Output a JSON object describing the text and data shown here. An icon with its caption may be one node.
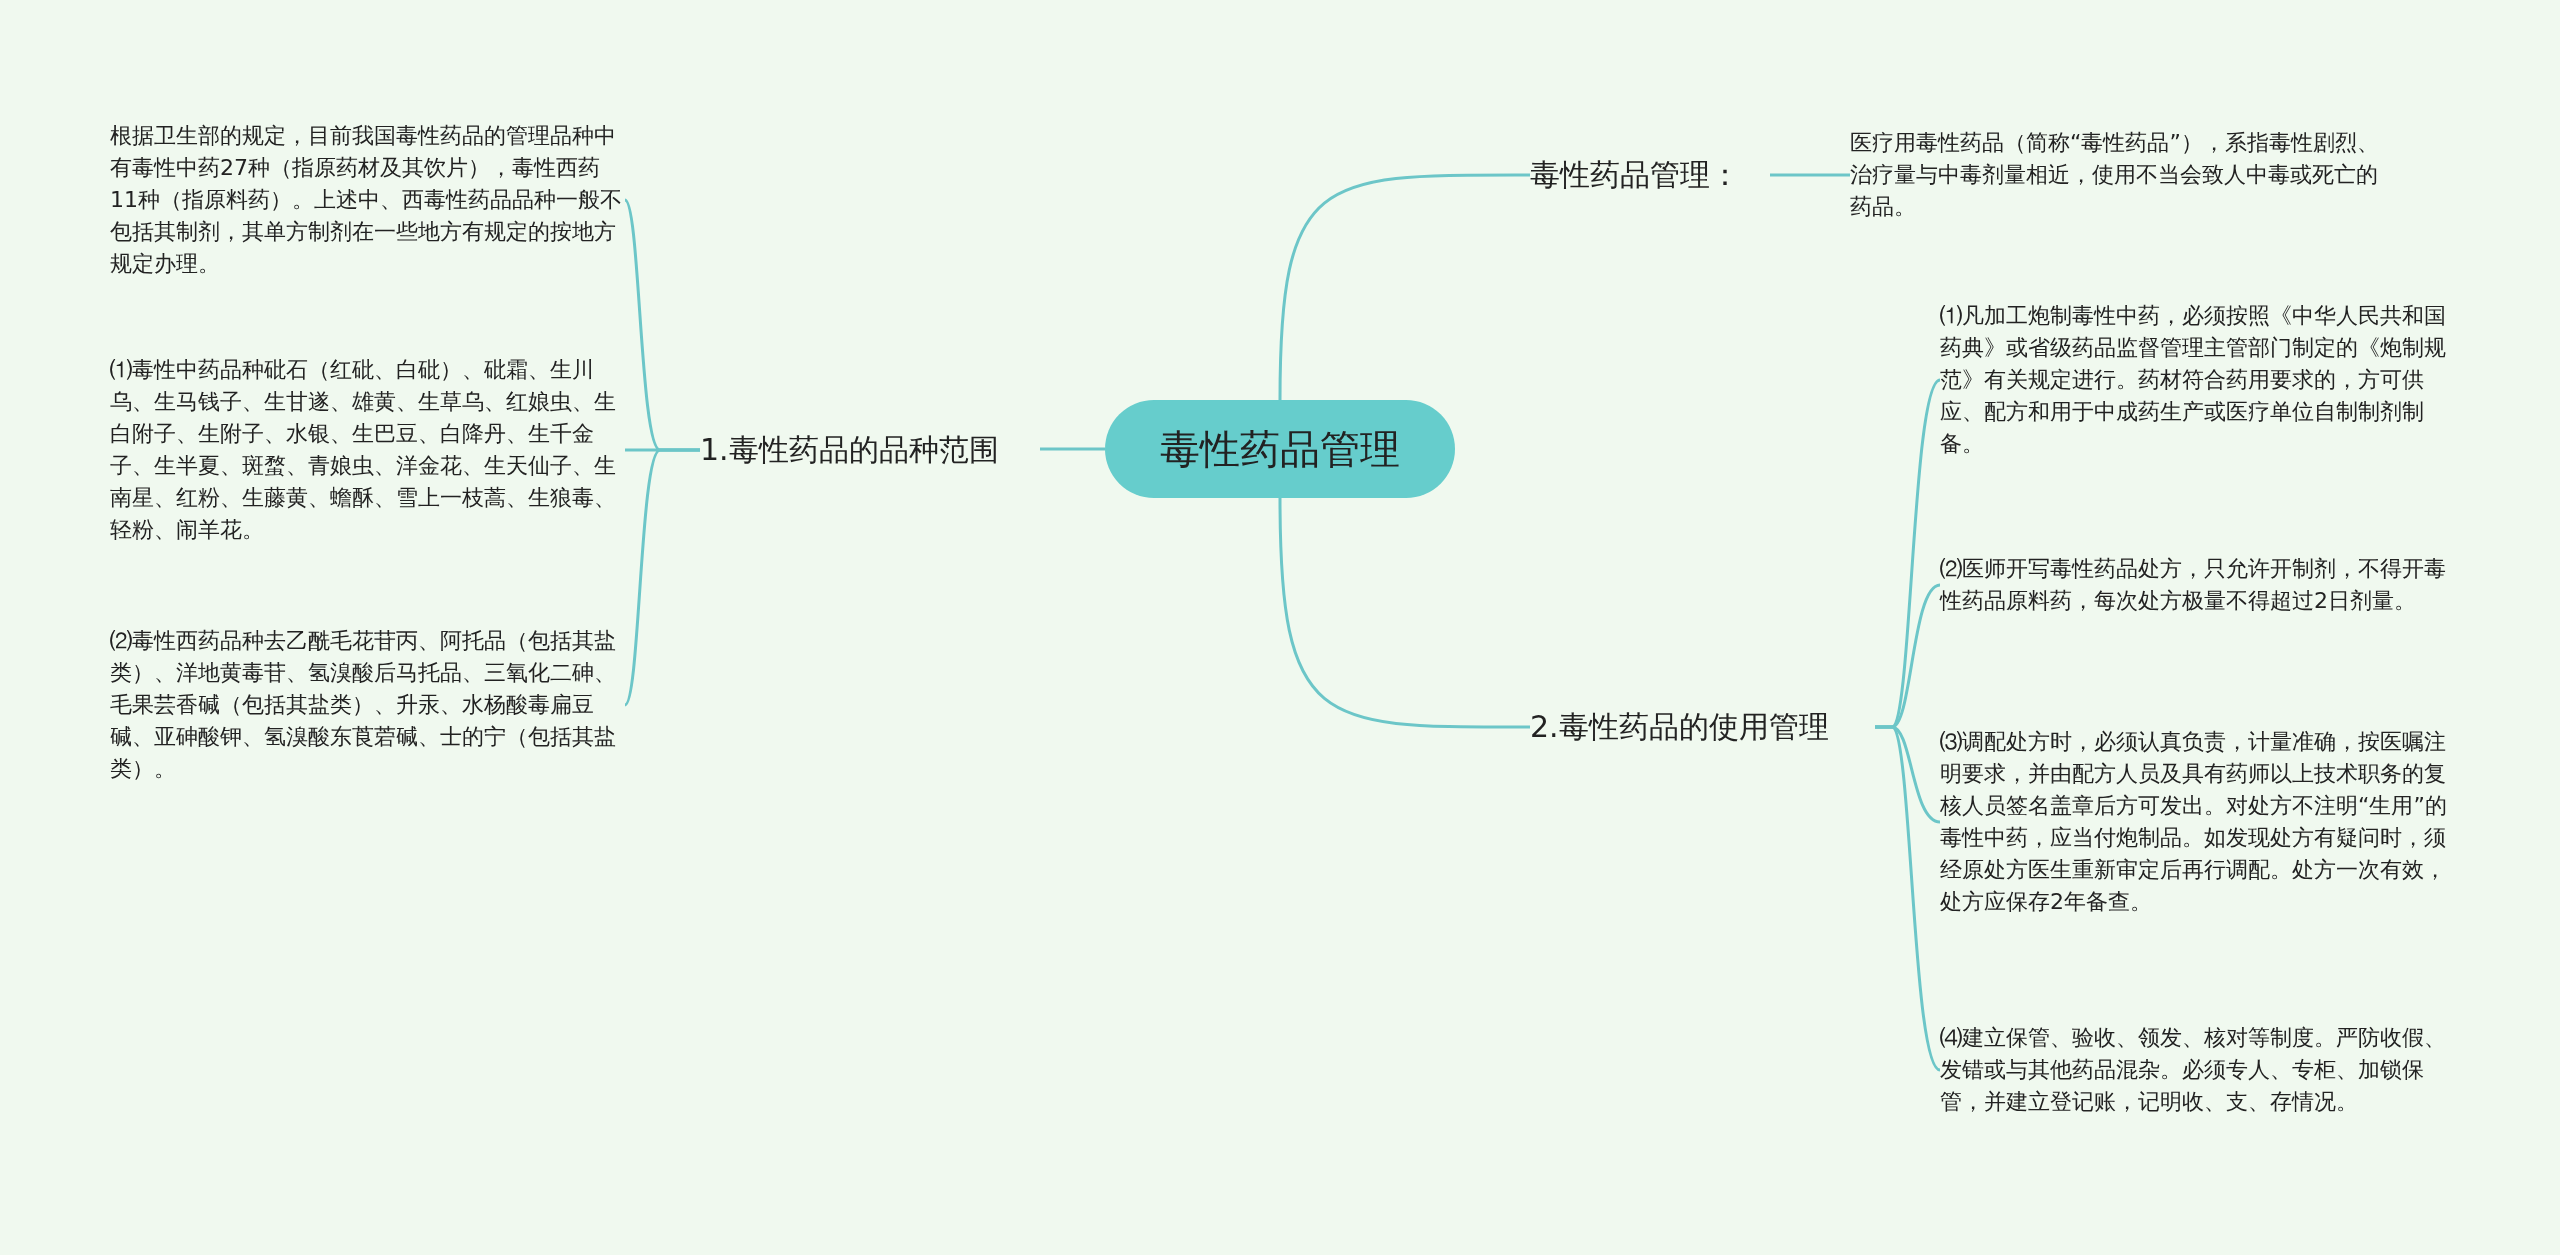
{
  "diagram": {
    "nodes": [
      {
        "text": [
          "毒性药品管理"
        ]
      },
      {
        "text": [
          "1.毒性药品的品种范围"
        ]
      },
      {
        "text": [
          "根据卫生部的规定，目前我国毒性药品的管理品种中有毒性中药27种（指原药材及其饮片），毒性西药11种（指原料药）。上述中、西毒性药品品种一般不包括其制剂，其单方制剂在一些地方有规定的按地方规定办理。"
        ]
      },
      {
        "text": [
          "⑴毒性中药品种砒石（红砒、白砒）、砒霜、生川乌、生马钱子、生甘遂、雄黄、生草乌、红娘虫、生白附子、生附子、水银、生巴豆、白降丹、生千金子、生半夏、斑蝥、青娘虫、洋金花、生天仙子、生南星、红粉、生藤黄、蟾酥、雪上一枝蒿、生狼毒、轻粉、闹羊花。"
        ]
      },
      {
        "text": [
          "⑵毒性西药品种去乙酰毛花苷丙、阿托品（包括其盐类）、洋地黄毒苷、氢溴酸后马托品、三氧化二砷、毛果芸香碱（包括其盐类）、升汞、水杨酸毒扁豆碱、亚砷酸钾、氢溴酸东莨菪碱、士的宁（包括其盐类）。"
        ]
      },
      {
        "text": [
          "毒性药品管理："
        ]
      },
      {
        "text": [
          "医疗用毒性药品（简称“毒性药品”），系指毒性剧烈、治疗量与中毒剂量相近，使用不当会致人中毒或死亡的药品。"
        ]
      },
      {
        "text": [
          "2.毒性药品的使用管理"
        ]
      },
      {
        "text": [
          "⑴凡加工炮制毒性中药，必须按照《中华人民共和国药典》或省级药品监督管理主管部门制定的《炮制规范》有关规定进行。药材符合药用要求的，方可供应、配方和用于中成药生产或医疗单位自制制剂制备。"
        ]
      },
      {
        "text": [
          "⑵医师开写毒性药品处方，只允许开制剂，不得开毒性药品原料药，每次处方极量不得超过2日剂量。"
        ]
      },
      {
        "text": [
          "⑶调配处方时，必须认真负责，计量准确，按医嘱注明要求，并由配方人员及具有药师以上技术职务的复核人员签名盖章后方可发出。对处方不注明“生用”的毒性中药，应当付炮制品。如发现处方有疑问时，须经原处方医生重新审定后再行调配。处方一次有效，处方应保存2年备查。"
        ]
      },
      {
        "text": [
          "⑷建立保管、验收、领发、核对等制度。严防收假、发错或与其他药品混杂。必须专人、专柜、加锁保管，并建立登记账，记明收、支、存情况。"
        ]
      }
    ],
    "edges": [
      {
        "from": 0,
        "to": 1,
        "arrow": "none"
      },
      {
        "from": 1,
        "to": 2,
        "arrow": "none"
      },
      {
        "from": 1,
        "to": 3,
        "arrow": "none"
      },
      {
        "from": 1,
        "to": 4,
        "arrow": "none"
      },
      {
        "from": 0,
        "to": 5,
        "arrow": "none"
      },
      {
        "from": 5,
        "to": 6,
        "arrow": "none"
      },
      {
        "from": 0,
        "to": 7,
        "arrow": "none"
      },
      {
        "from": 7,
        "to": 8,
        "arrow": "none"
      },
      {
        "from": 7,
        "to": 9,
        "arrow": "none"
      },
      {
        "from": 7,
        "to": 10,
        "arrow": "none"
      },
      {
        "from": 7,
        "to": 11,
        "arrow": "none"
      }
    ]
  }
}
